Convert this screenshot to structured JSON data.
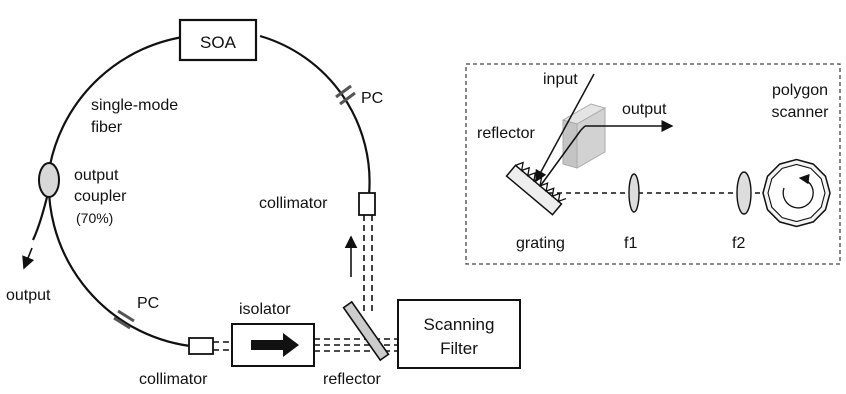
{
  "labels": {
    "soa": "SOA",
    "pc_top": "PC",
    "pc_bottom": "PC",
    "fiber_line1": "single-mode",
    "fiber_line2": "fiber",
    "coupler_line1": "output",
    "coupler_line2": "coupler",
    "coupler_ratio": "(70%)",
    "output_left": "output",
    "collimator_right": "collimator",
    "collimator_bottom": "collimator",
    "isolator": "isolator",
    "reflector_bottom": "reflector",
    "scanning_line1": "Scanning",
    "scanning_line2": "Filter"
  },
  "inset": {
    "input": "input",
    "output": "output",
    "reflector": "reflector",
    "polygon_line1": "polygon",
    "polygon_line2": "scanner",
    "grating": "grating",
    "f1": "f1",
    "f2": "f2"
  },
  "colors": {
    "line": "#111111",
    "pc": "#555555",
    "prism": "#bbbbbb",
    "inset_border": "#444444"
  }
}
